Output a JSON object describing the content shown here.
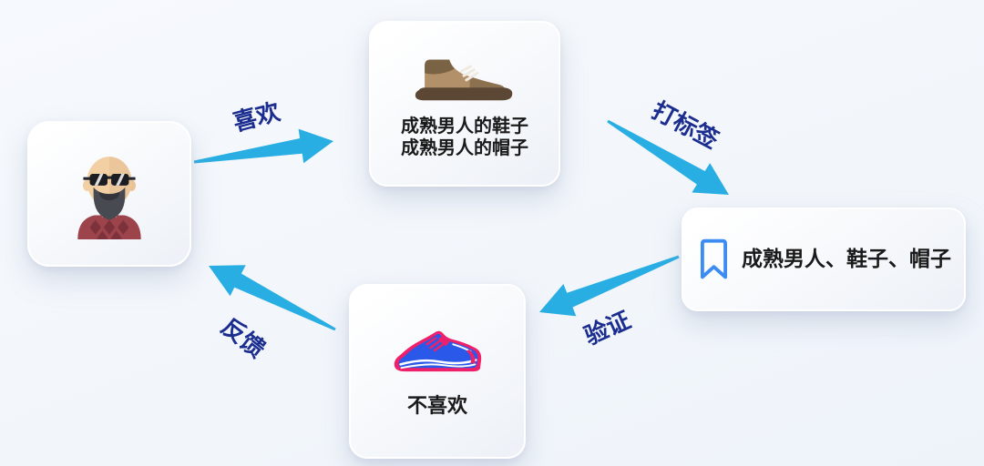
{
  "nodes": {
    "liked_items": {
      "line1": "成熟男人的鞋子",
      "line2": "成熟男人的帽子"
    },
    "tags": {
      "label": "成熟男人、鞋子、帽子"
    },
    "dislike": {
      "label": "不喜欢"
    }
  },
  "edges": {
    "like": {
      "label": "喜欢"
    },
    "tag": {
      "label": "打标签"
    },
    "verify": {
      "label": "验证"
    },
    "feedback": {
      "label": "反馈"
    }
  },
  "icons": {
    "user": "man-avatar-icon",
    "liked_items": "boot-icon",
    "tags": "bookmark-icon",
    "dislike": "sneaker-icon"
  },
  "colors": {
    "background": "#f4f7fc",
    "arrow": "#29aee3",
    "edge_label": "#1b2d8f",
    "node_text": "#1a1a1a",
    "bookmark": "#3d8cf2"
  }
}
